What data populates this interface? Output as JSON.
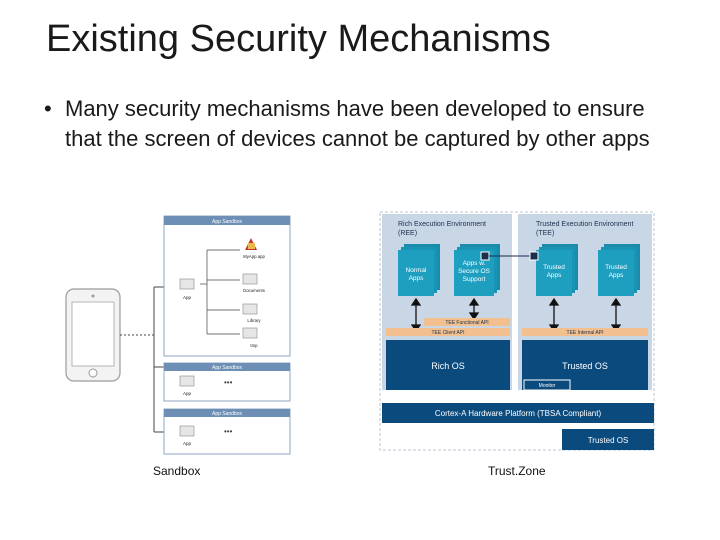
{
  "slide": {
    "title": "Existing Security Mechanisms",
    "bullet": "Many security mechanisms have been developed to ensure that the screen of devices cannot be captured by other apps"
  },
  "sandbox_figure": {
    "caption": "Sandbox",
    "box_title": "App Sandbox",
    "app_label": "App",
    "file_myapp": "MyApp.app",
    "file_documents": "Documents",
    "file_library": "Library",
    "file_tmp": "tmp",
    "box2_title": "App Sandbox",
    "box3_title": "App Sandbox"
  },
  "trustzone_figure": {
    "caption": "Trust.Zone",
    "ree_title": "Rich Execution Environment\n(REE)",
    "tee_title": "Trusted Execution Environment\n(TEE)",
    "normal_apps": "Normal\nApps",
    "apps_secure": "Apps w.\nSecure OS\nSupport",
    "trusted_apps_1": "Trusted\nApps",
    "trusted_apps_2": "Trusted\nApps",
    "tee_functional_api": "TEE Functional API",
    "tee_client_api": "TEE Client API",
    "tee_internal_api": "TEE Internal API",
    "rich_os": "Rich OS",
    "trusted_os_block": "Trusted OS",
    "monitor": "Monitor",
    "hardware": "Cortex-A Hardware Platform (TBSA Compliant)",
    "trusted_os_bottom": "Trusted OS"
  },
  "colors": {
    "ree_bg": "#c9d6e6",
    "app_teal": "#1e9fc0",
    "os_blue": "#0b4a7d",
    "api_orange": "#f2c08e"
  }
}
